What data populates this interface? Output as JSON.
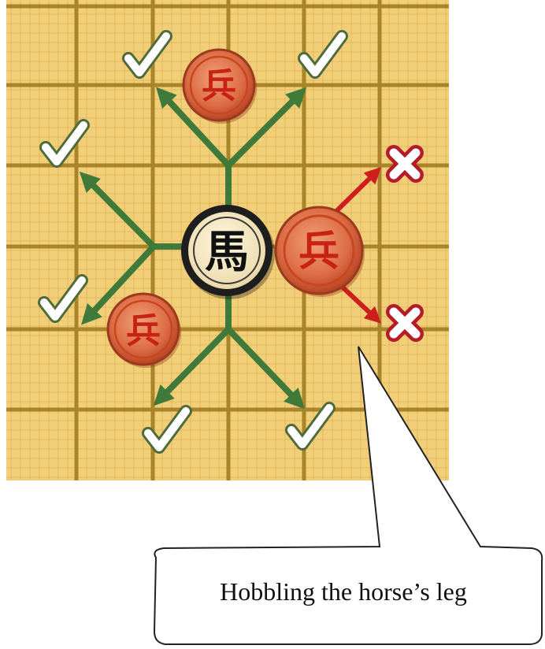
{
  "pieces": {
    "horse": {
      "char": "馬",
      "side": "black"
    },
    "blockers": [
      {
        "id": "top",
        "char": "兵",
        "side": "red"
      },
      {
        "id": "right",
        "char": "兵",
        "side": "red"
      },
      {
        "id": "lower-left",
        "char": "兵",
        "side": "red"
      }
    ]
  },
  "markers": {
    "allowed_count": 6,
    "blocked_count": 2
  },
  "callout": {
    "text": "Hobbling the horse’s leg"
  },
  "colors": {
    "board": "#f1cf79",
    "grid": "#aa8428",
    "allowed_arrow": "#3f7a3a",
    "blocked_arrow": "#cf1e1e",
    "red_piece": "#d94d2a",
    "black_piece": "#1e1e1e"
  }
}
